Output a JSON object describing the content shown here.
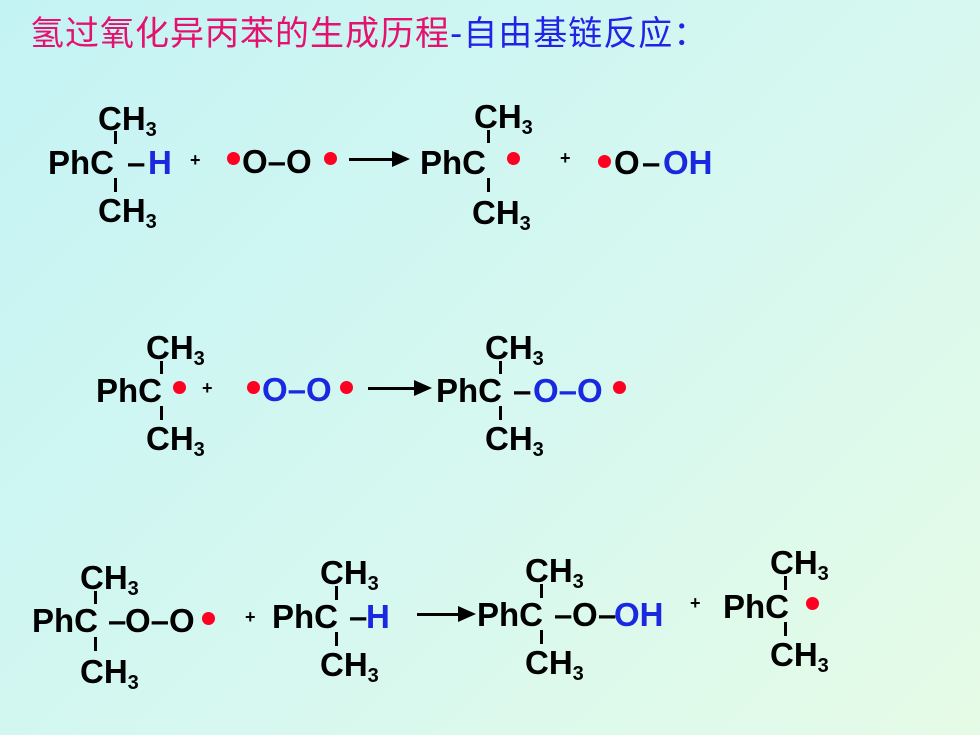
{
  "title": {
    "part1": "氢过氧化异丙苯的生成历程",
    "part2": "-自由基链反应："
  },
  "labels": {
    "ch3": "CH",
    "three": "3",
    "phc": "PhC",
    "h": "H",
    "bond": "–",
    "o": "O",
    "oo": "O–O",
    "oh": "OH",
    "plus": "+"
  },
  "colors": {
    "title_main": "#e5116f",
    "title_secondary": "#2323e6",
    "radical_dot": "#ff0022",
    "highlight_atom": "#1a28e0"
  }
}
